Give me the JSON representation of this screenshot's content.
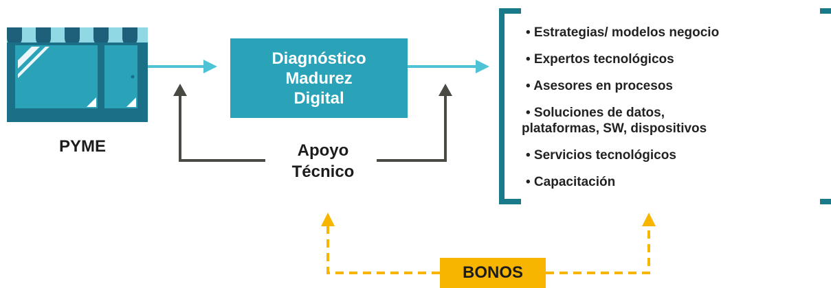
{
  "pyme": {
    "label": "PYME"
  },
  "diagnostic": {
    "lines": [
      "Diagnóstico",
      "Madurez",
      "Digital"
    ]
  },
  "support": {
    "lines": [
      "Apoyo",
      "Técnico"
    ]
  },
  "services": [
    [
      "• Estrategias/ modelos negocio"
    ],
    [
      "• Expertos tecnológicos"
    ],
    [
      "• Asesores en procesos"
    ],
    [
      "• Soluciones de datos,",
      "plataformas, SW, dispositivos"
    ],
    [
      "• Servicios tecnológicos"
    ],
    [
      "• Capacitación"
    ]
  ],
  "bonus": {
    "label": "BONOS"
  },
  "colors": {
    "teal": "#2aa3b8",
    "teal_dark": "#1e7a8a",
    "arrow_light": "#4fc3d6",
    "arrow_dark": "#4a4a45",
    "bracket": "#1a7a8a",
    "bonus": "#f7b500"
  },
  "icons": {
    "store": "storefront-icon"
  }
}
